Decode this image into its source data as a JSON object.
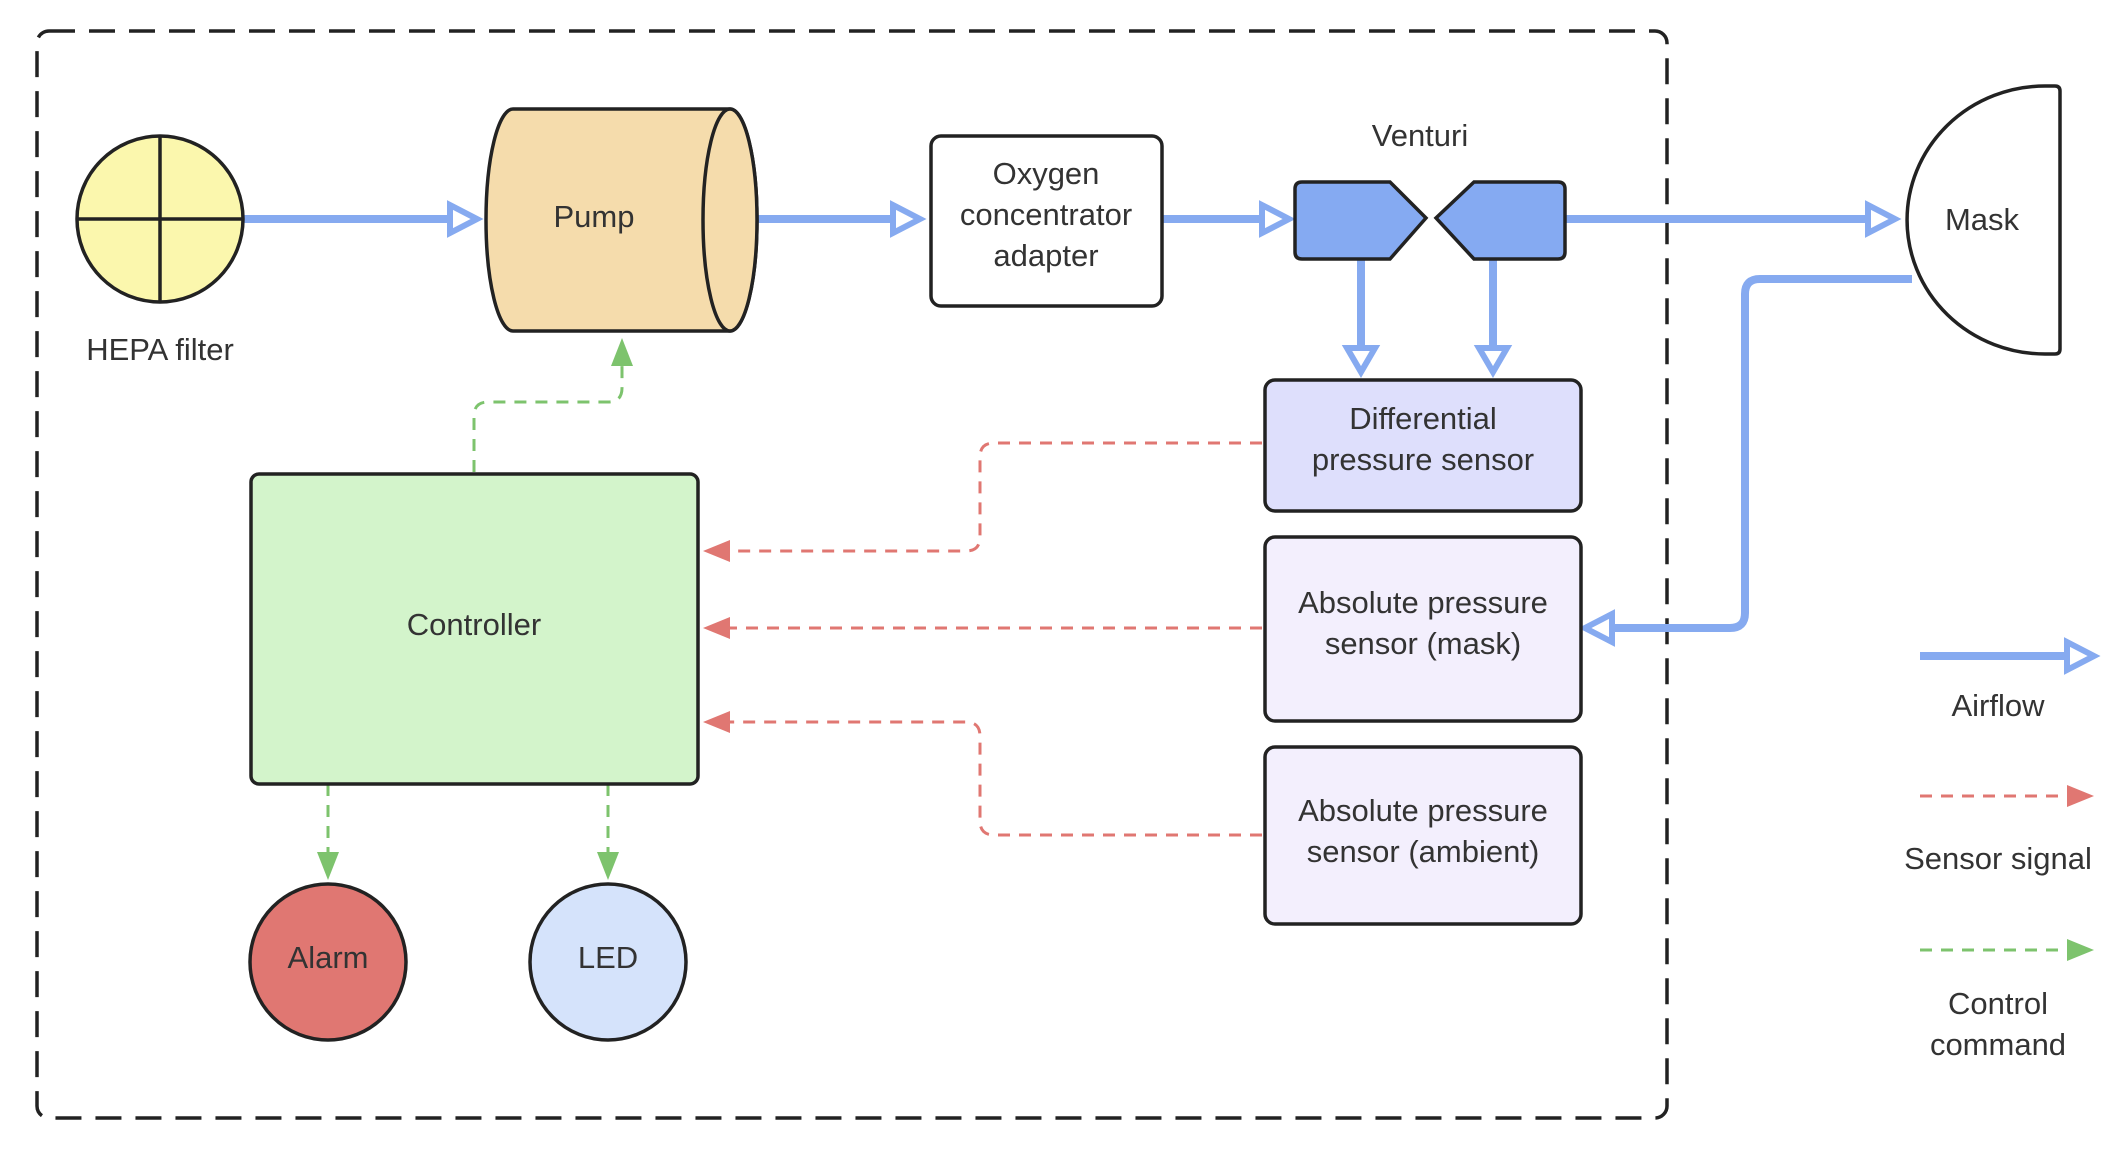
{
  "nodes": {
    "hepa_filter": "HEPA filter",
    "pump": "Pump",
    "oxygen_adapter": [
      "Oxygen",
      "concentrator",
      "adapter"
    ],
    "venturi": "Venturi",
    "mask": "Mask",
    "diff_sensor": [
      "Differential",
      "pressure sensor"
    ],
    "abs_mask_sensor": [
      "Absolute pressure",
      "sensor (mask)"
    ],
    "abs_ambient_sensor": [
      "Absolute pressure",
      "sensor (ambient)"
    ],
    "controller": "Controller",
    "alarm": "Alarm",
    "led": "LED"
  },
  "legend": {
    "airflow": "Airflow",
    "sensor_signal": "Sensor signal",
    "control_command": [
      "Control",
      "command"
    ]
  },
  "colors": {
    "airflow": "#86aaf0",
    "sensor_signal": "#e07772",
    "control_command": "#7dc36d",
    "hepa_fill": "#fbf7ad",
    "pump_fill": "#f5dcac",
    "venturi_fill": "#85aaf2",
    "diff_sensor_fill": "#dedffc",
    "abs_sensor_fill": "#f3effd",
    "controller_fill": "#d3f4cb",
    "alarm_fill": "#e07772",
    "led_fill": "#d5e3fb"
  }
}
